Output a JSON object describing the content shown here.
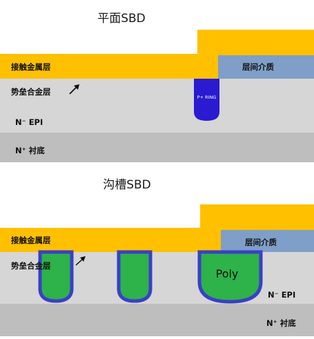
{
  "colors": {
    "metal": "#FFC000",
    "dielectric": "#7F9FC8",
    "epi": "#D6D6D6",
    "substrate": "#BEBEBE",
    "p_ring": "#2A1AD0",
    "trench_fill": "#2EB24A",
    "trench_liner": "#3B3FC7",
    "background": "#FFFFFF"
  },
  "planar": {
    "title": "平面SBD",
    "contact_metal": "接触金属层",
    "interlayer": "层间介质",
    "barrier_alloy": "势垒合金层",
    "p_ring": "P+ RING",
    "epi": "N⁻ EPI",
    "substrate": "N⁺ 衬底"
  },
  "trench": {
    "title": "沟槽SBD",
    "contact_metal": "接触金属层",
    "interlayer": "层间介质",
    "barrier_alloy": "势垒合金层",
    "poly": "Poly",
    "epi": "N⁻ EPI",
    "substrate": "N⁺ 衬底"
  }
}
